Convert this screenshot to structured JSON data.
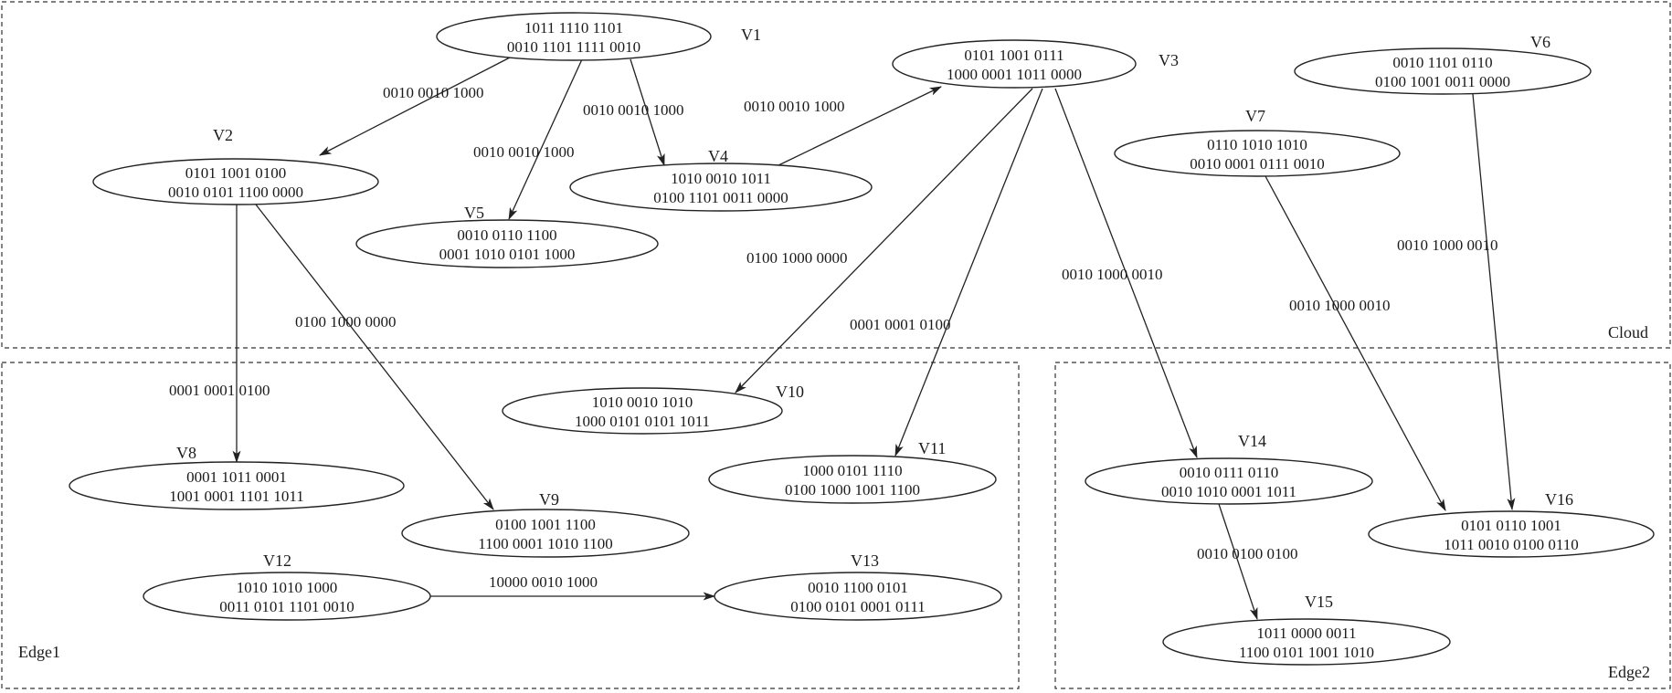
{
  "regions": [
    {
      "id": "cloud",
      "label": "Cloud"
    },
    {
      "id": "edge1",
      "label": "Edge1"
    },
    {
      "id": "edge2",
      "label": "Edge2"
    }
  ],
  "nodes": [
    {
      "id": "V1",
      "name": "V1",
      "line1": "1011 1110 1101",
      "line2": "0010 1101 1111 0010"
    },
    {
      "id": "V2",
      "name": "V2",
      "line1": "0101 1001 0100",
      "line2": "0010 0101 1100 0000"
    },
    {
      "id": "V3",
      "name": "V3",
      "line1": "0101 1001 0111",
      "line2": "1000 0001 1011 0000"
    },
    {
      "id": "V4",
      "name": "V4",
      "line1": "1010 0010 1011",
      "line2": "0100 1101 0011 0000"
    },
    {
      "id": "V5",
      "name": "V5",
      "line1": "0010 0110 1100",
      "line2": "0001 1010 0101 1000"
    },
    {
      "id": "V6",
      "name": "V6",
      "line1": "0010 1101 0110",
      "line2": "0100 1001 0011 0000"
    },
    {
      "id": "V7",
      "name": "V7",
      "line1": "0110 1010 1010",
      "line2": "0010 0001 0111 0010"
    },
    {
      "id": "V8",
      "name": "V8",
      "line1": "0001 1011 0001",
      "line2": "1001 0001 1101 1011"
    },
    {
      "id": "V9",
      "name": "V9",
      "line1": "0100 1001 1100",
      "line2": "1100 0001 1010 1100"
    },
    {
      "id": "V10",
      "name": "V10",
      "line1": "1010 0010 1010",
      "line2": "1000 0101 0101 1011"
    },
    {
      "id": "V11",
      "name": "V11",
      "line1": "1000 0101 1110",
      "line2": "0100 1000 1001 1100"
    },
    {
      "id": "V12",
      "name": "V12",
      "line1": "1010 1010 1000",
      "line2": "0011 0101 1101 0010"
    },
    {
      "id": "V13",
      "name": "V13",
      "line1": "0010 1100 0101",
      "line2": "0100 0101 0001 0111"
    },
    {
      "id": "V14",
      "name": "V14",
      "line1": "0010 0111 0110",
      "line2": "0010 1010 0001 1011"
    },
    {
      "id": "V15",
      "name": "V15",
      "line1": "1011 0000 0011",
      "line2": "1100 0101 1001 1010"
    },
    {
      "id": "V16",
      "name": "V16",
      "line1": "0101 0110 1001",
      "line2": "1011 0010 0100 0110"
    }
  ],
  "edges": [
    {
      "from": "V1",
      "to": "V2",
      "label": "0010 0010 1000"
    },
    {
      "from": "V1",
      "to": "V5",
      "label": "0010 0010 1000"
    },
    {
      "from": "V1",
      "to": "V4",
      "label": "0010 0010 1000"
    },
    {
      "from": "V4",
      "to": "V3",
      "label": "0010 0010 1000"
    },
    {
      "from": "V3",
      "to": "V10",
      "label": "0100 1000 0000"
    },
    {
      "from": "V3",
      "to": "V11",
      "label": "0001 0001 0100"
    },
    {
      "from": "V3",
      "to": "V14",
      "label": "0010 1000 0010"
    },
    {
      "from": "V6",
      "to": "V16",
      "label": "0010 1000 0010"
    },
    {
      "from": "V7",
      "to": "V16",
      "label": "0010 1000 0010"
    },
    {
      "from": "V2",
      "to": "V8",
      "label": "0001 0001 0100"
    },
    {
      "from": "V2",
      "to": "V9",
      "label": "0100 1000 0000"
    },
    {
      "from": "V12",
      "to": "V13",
      "label": "10000 0010 1000"
    },
    {
      "from": "V14",
      "to": "V15",
      "label": "0010 0100 0100"
    }
  ]
}
